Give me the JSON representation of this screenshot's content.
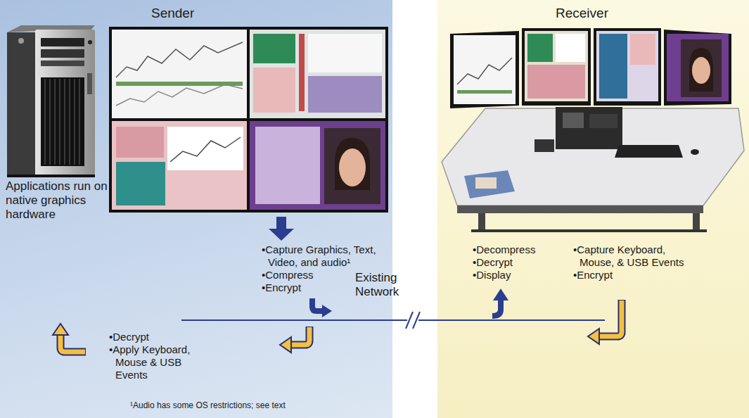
{
  "diagram": {
    "nodes": [
      {
        "text": [
          "Sender"
        ]
      },
      {
        "text": [
          "Receiver"
        ]
      }
    ],
    "edges": [
      {
        "from": 0,
        "to": 1,
        "arrow": "none",
        "label": "Existing Network"
      }
    ],
    "labels": [
      "Applications run on native graphics hardware",
      "•Capture Graphics, Text, Video, and audio¹",
      "•Compress",
      "•Encrypt",
      "•Decrypt",
      "•Apply Keyboard, Mouse & USB Events",
      "¹Audio has some OS restrictions; see text",
      "•Decompress",
      "•Decrypt",
      "•Display",
      "•Capture Keyboard, Mouse, & USB Events",
      "•Encrypt"
    ]
  }
}
